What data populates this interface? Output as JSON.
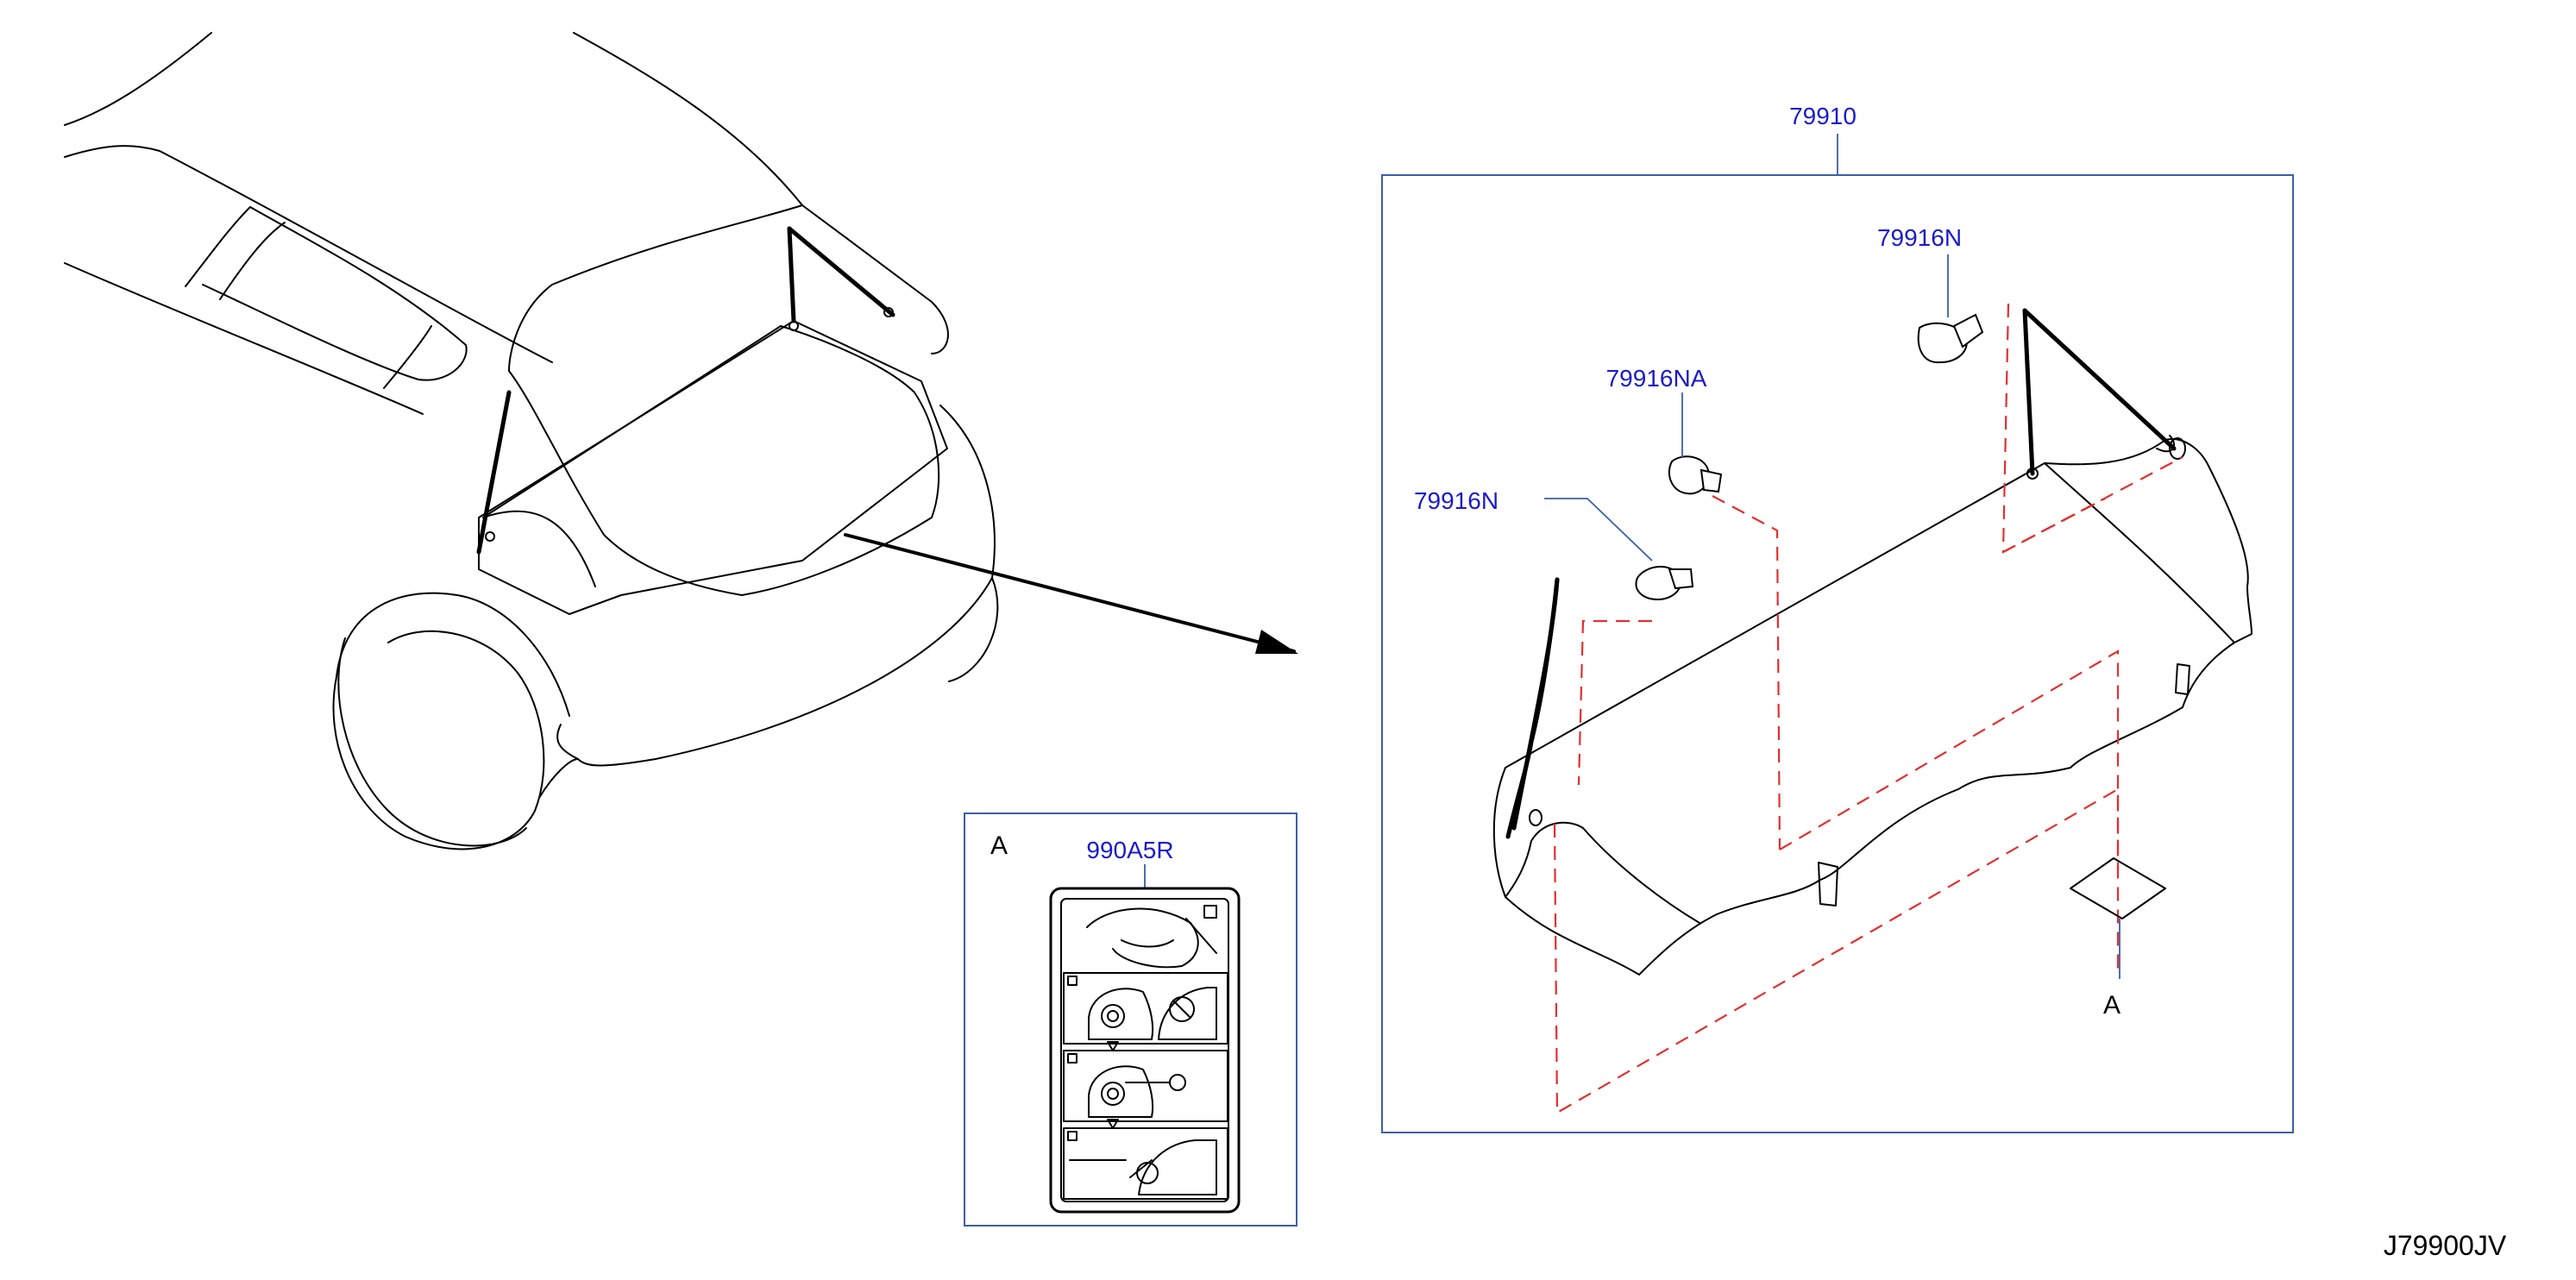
{
  "labels": {
    "main_part": "79910",
    "clip_upper": "79916N",
    "clip_middle": "79916NA",
    "clip_lower": "79916N",
    "label_part": "990A5R",
    "ref_detail": "A",
    "ref_box": "A",
    "diagram_code": "J79900JV"
  },
  "colors": {
    "part_number": "#1a1acc",
    "frame": "#3b5fa8",
    "hidden_line": "#e23030",
    "line": "#000000"
  }
}
